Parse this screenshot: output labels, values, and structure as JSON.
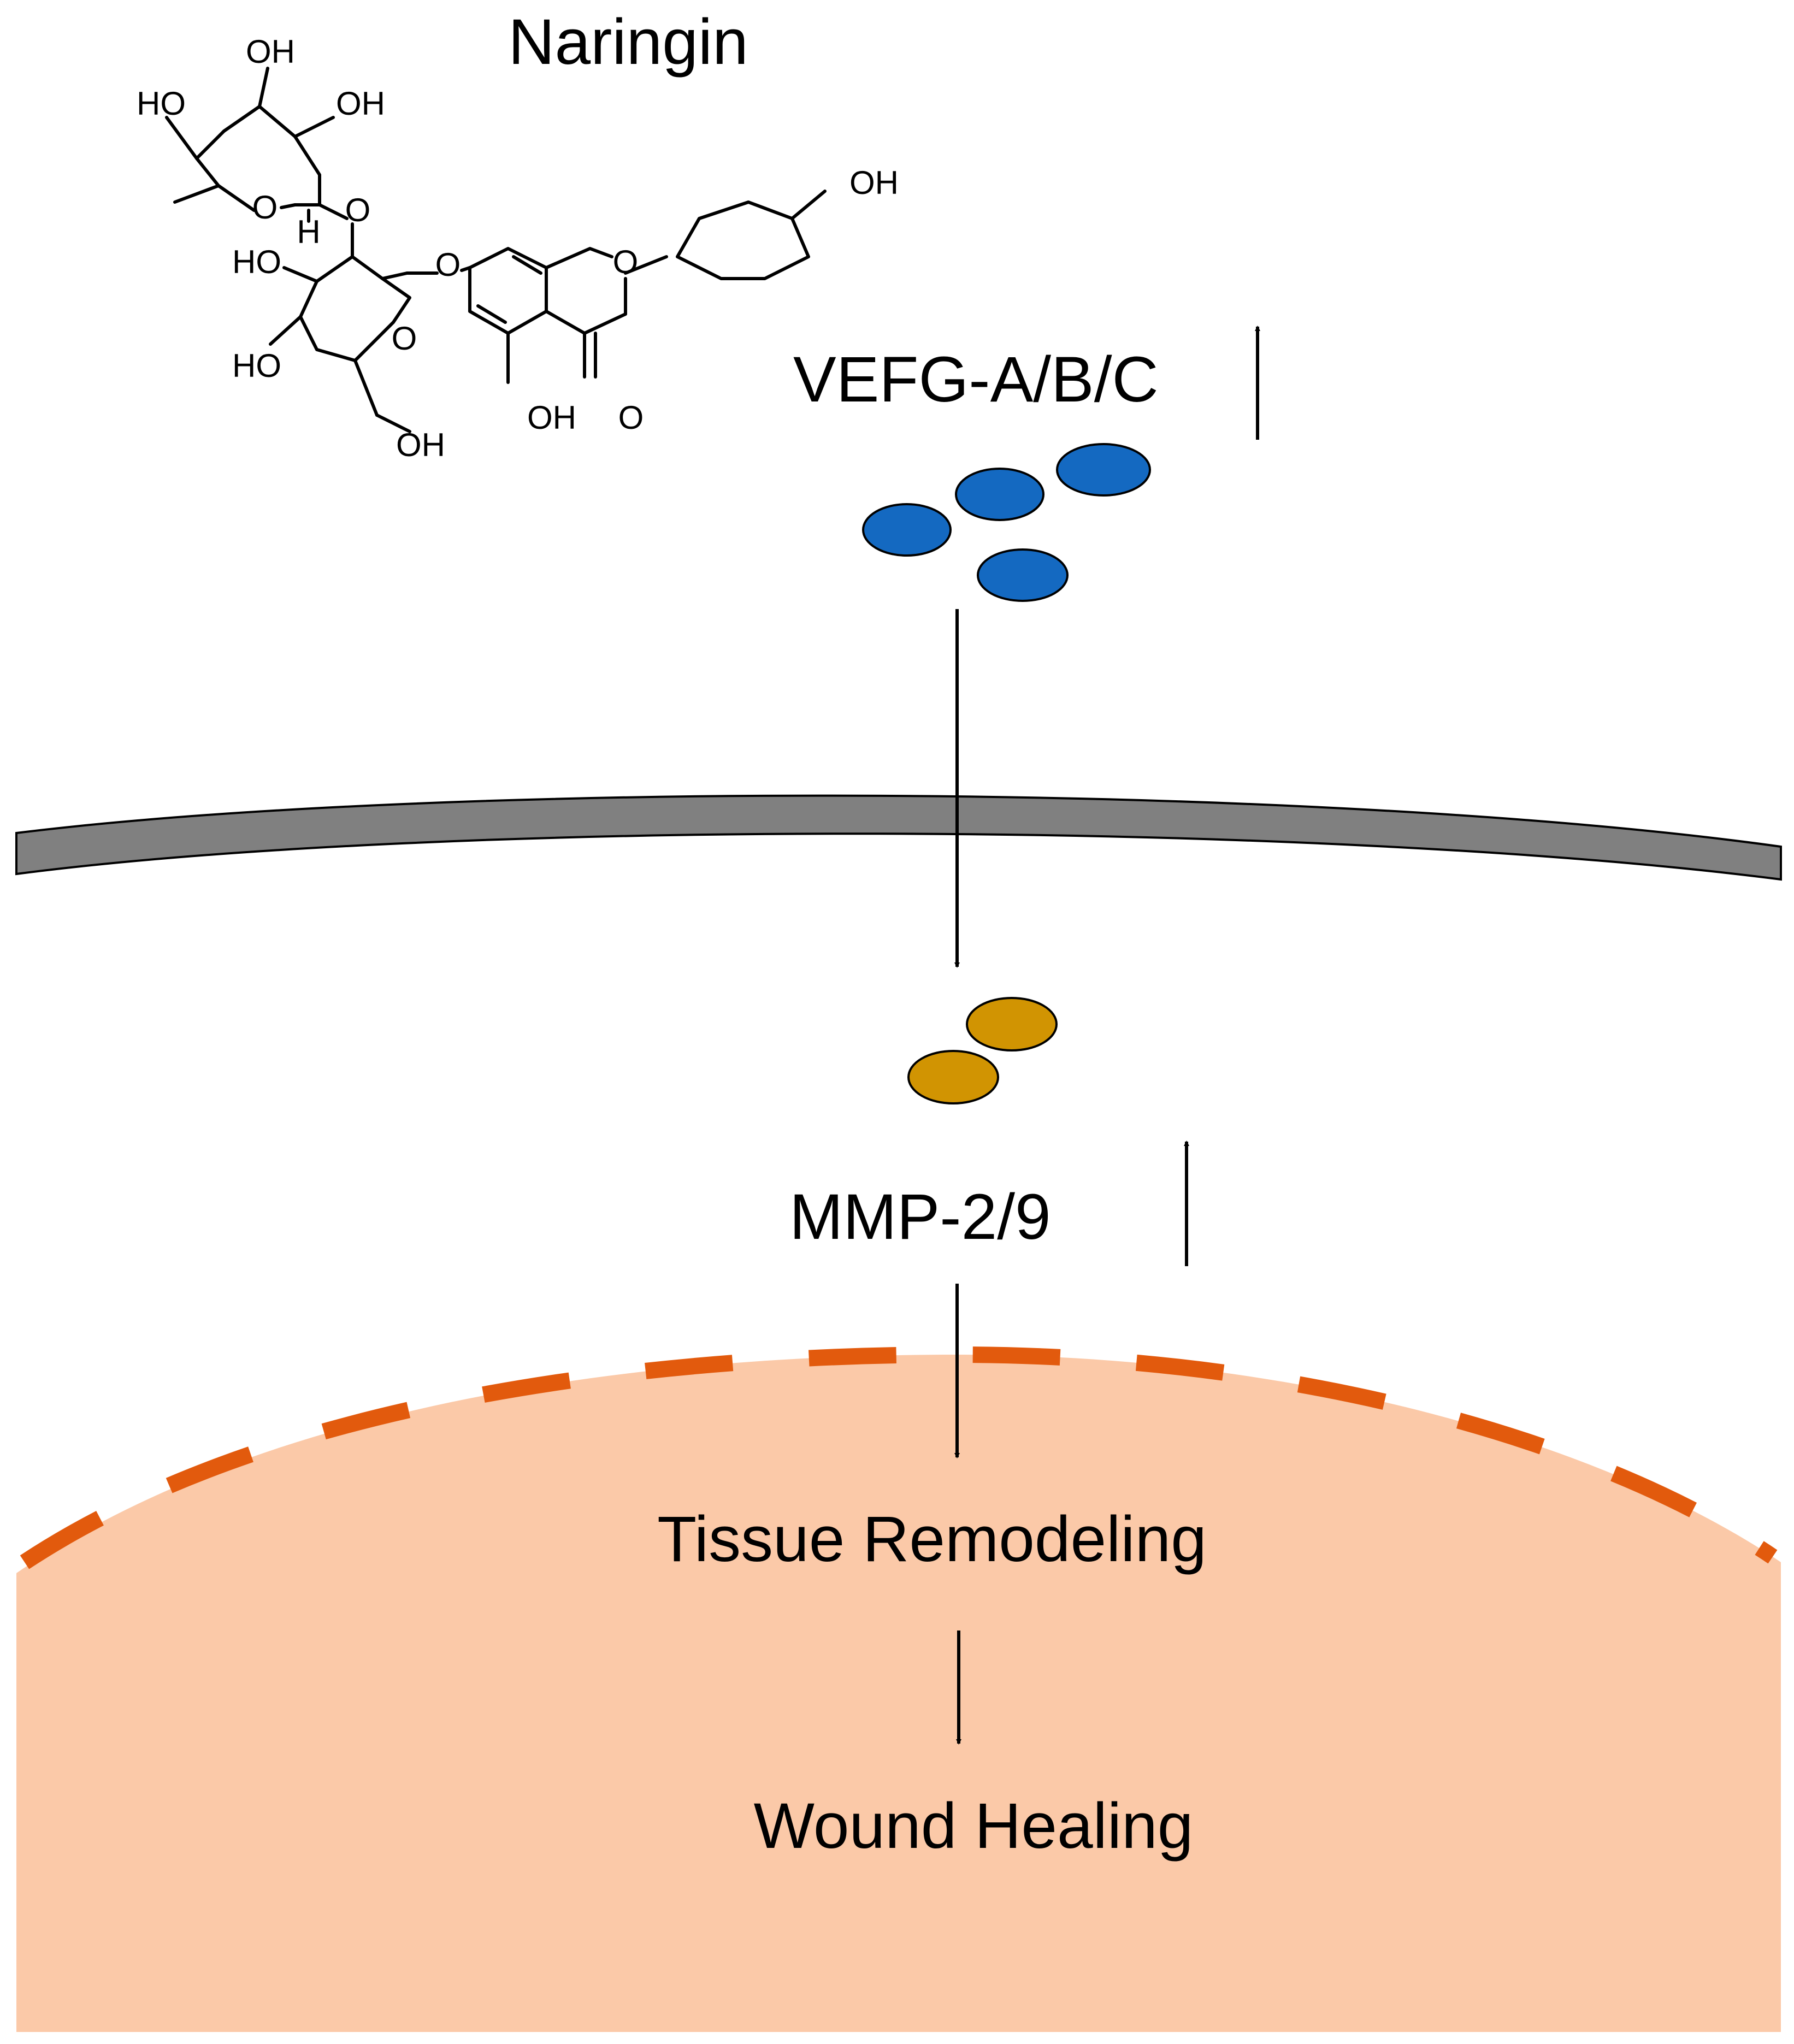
{
  "title": "Naringin",
  "labels": {
    "vegf": "VEFG-A/B/C",
    "mmp": "MMP-2/9",
    "tissue": "Tissue Remodeling",
    "wound": "Wound Healing"
  },
  "molecule_atoms": {
    "oh_top": "OH",
    "ho_left": "HO",
    "oh_right": "OH",
    "o_ring1": "O",
    "h_anomeric": "H",
    "o_link1": "O",
    "ho_glc1": "HO",
    "o_link2": "O",
    "o_chromane": "O",
    "o_ring2": "O",
    "ho_glc2": "HO",
    "oh_ch2": "OH",
    "oh_5": "OH",
    "o_keto": "O",
    "oh_phenol": "OH"
  },
  "colors": {
    "vegf_ellipse": "#1469c1",
    "mmp_ellipse": "#d19402",
    "membrane": "#808080",
    "nucleus_fill": "#fbc9a8",
    "nucleus_dash": "#e25a0d"
  }
}
